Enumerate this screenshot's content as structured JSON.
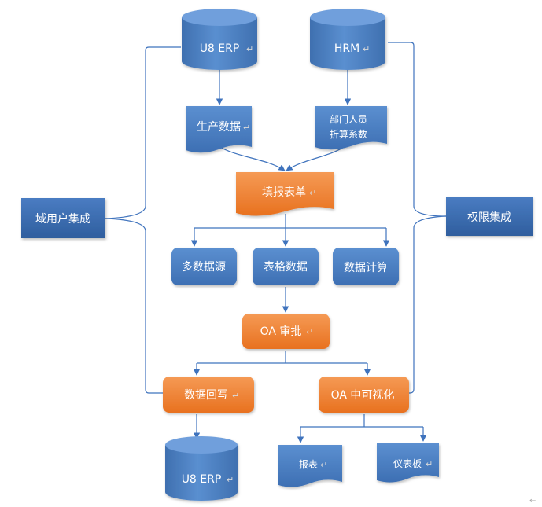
{
  "diagram": {
    "colors": {
      "blue_fill": "#4a7ebb",
      "blue_light": "#6fa0d8",
      "orange_fill": "#f07f2a",
      "orange_light": "#f59b52",
      "connector": "#3f73bd",
      "text": "#ffffff"
    },
    "nodes": {
      "u8_erp_source": {
        "label": "U8 ERP",
        "shape": "cylinder"
      },
      "hrm_source": {
        "label": "HRM",
        "shape": "cylinder"
      },
      "production_data": {
        "label": "生产数据",
        "shape": "document"
      },
      "department_staff": {
        "line1": "部门人员",
        "line2": "折算系数",
        "shape": "document"
      },
      "fill_report_form": {
        "label": "填报表单",
        "shape": "document"
      },
      "multi_datasource": {
        "label": "多数据源",
        "shape": "rounded-rect"
      },
      "table_data": {
        "label": "表格数据",
        "shape": "rounded-rect"
      },
      "data_calculation": {
        "label": "数据计算",
        "shape": "rounded-rect"
      },
      "oa_approval": {
        "label": "OA 审批",
        "shape": "rounded-rect"
      },
      "data_writeback": {
        "label": "数据回写",
        "shape": "rounded-rect"
      },
      "oa_visualization": {
        "label": "OA 中可视化",
        "shape": "rounded-rect"
      },
      "u8_erp_target": {
        "label": "U8 ERP",
        "shape": "cylinder"
      },
      "report": {
        "label": "报表",
        "shape": "document"
      },
      "dashboard": {
        "label": "仪表板",
        "shape": "document"
      },
      "domain_user_integration": {
        "label": "域用户集成",
        "shape": "rect"
      },
      "permission_integration": {
        "label": "权限集成",
        "shape": "rect"
      }
    },
    "paragraph_mark": "↵",
    "footer_mark": "←"
  }
}
